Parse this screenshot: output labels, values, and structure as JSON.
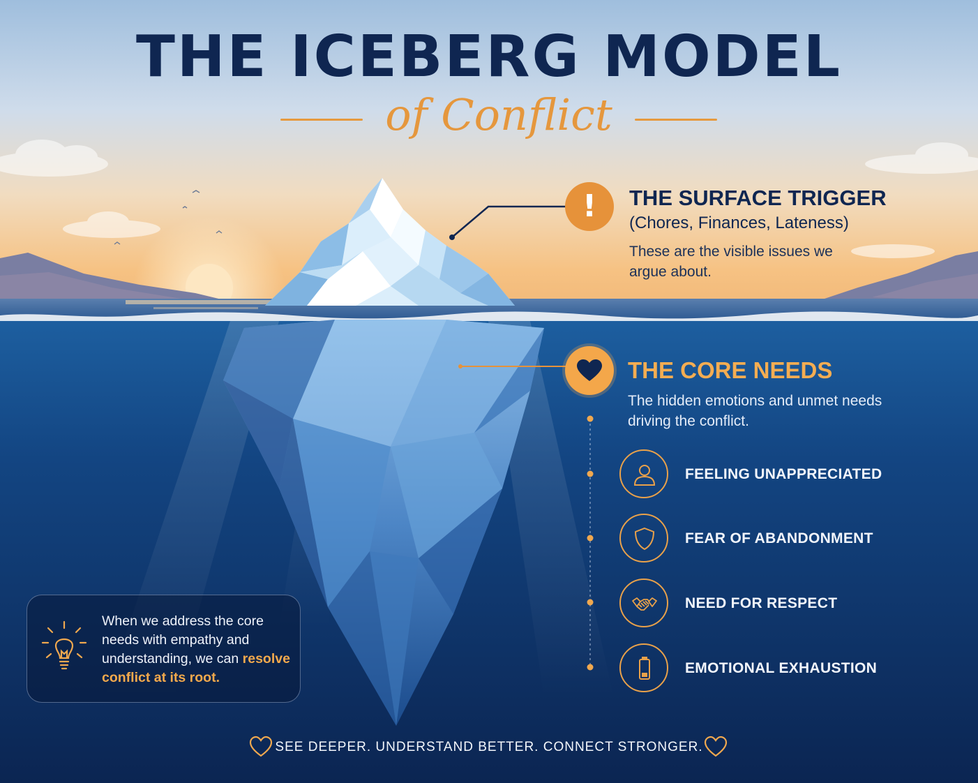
{
  "header": {
    "title": "THE ICEBERG MODEL",
    "subtitle": "of Conflict"
  },
  "surface": {
    "icon": "exclamation-icon",
    "icon_glyph": "!",
    "title": "THE SURFACE TRIGGER",
    "subtitle": "(Chores, Finances, Lateness)",
    "description": "These are the visible issues we argue about."
  },
  "core": {
    "icon": "heart-icon",
    "title": "THE CORE NEEDS",
    "description": "The hidden emotions and unmet needs driving the conflict.",
    "needs": [
      {
        "label": "FEELING UNAPPRECIATED",
        "icon": "person-icon"
      },
      {
        "label": "FEAR OF ABANDONMENT",
        "icon": "shield-icon"
      },
      {
        "label": "NEED FOR RESPECT",
        "icon": "handshake-icon"
      },
      {
        "label": "EMOTIONAL EXHAUSTION",
        "icon": "battery-low-icon"
      }
    ]
  },
  "insight": {
    "icon": "lightbulb-icon",
    "text": "When we address the core needs with empathy and understanding, we can ",
    "highlight": "resolve conflict at its root."
  },
  "footer": {
    "text": "SEE DEEPER. UNDERSTAND BETTER. CONNECT STRONGER.",
    "icon": "heart-outline-icon"
  },
  "colors": {
    "navy": "#0f2651",
    "accent_orange": "#e6923a",
    "water_deep": "#0d2a55",
    "sky_top": "#a9c6e2",
    "sky_horizon": "#f4c58d"
  }
}
